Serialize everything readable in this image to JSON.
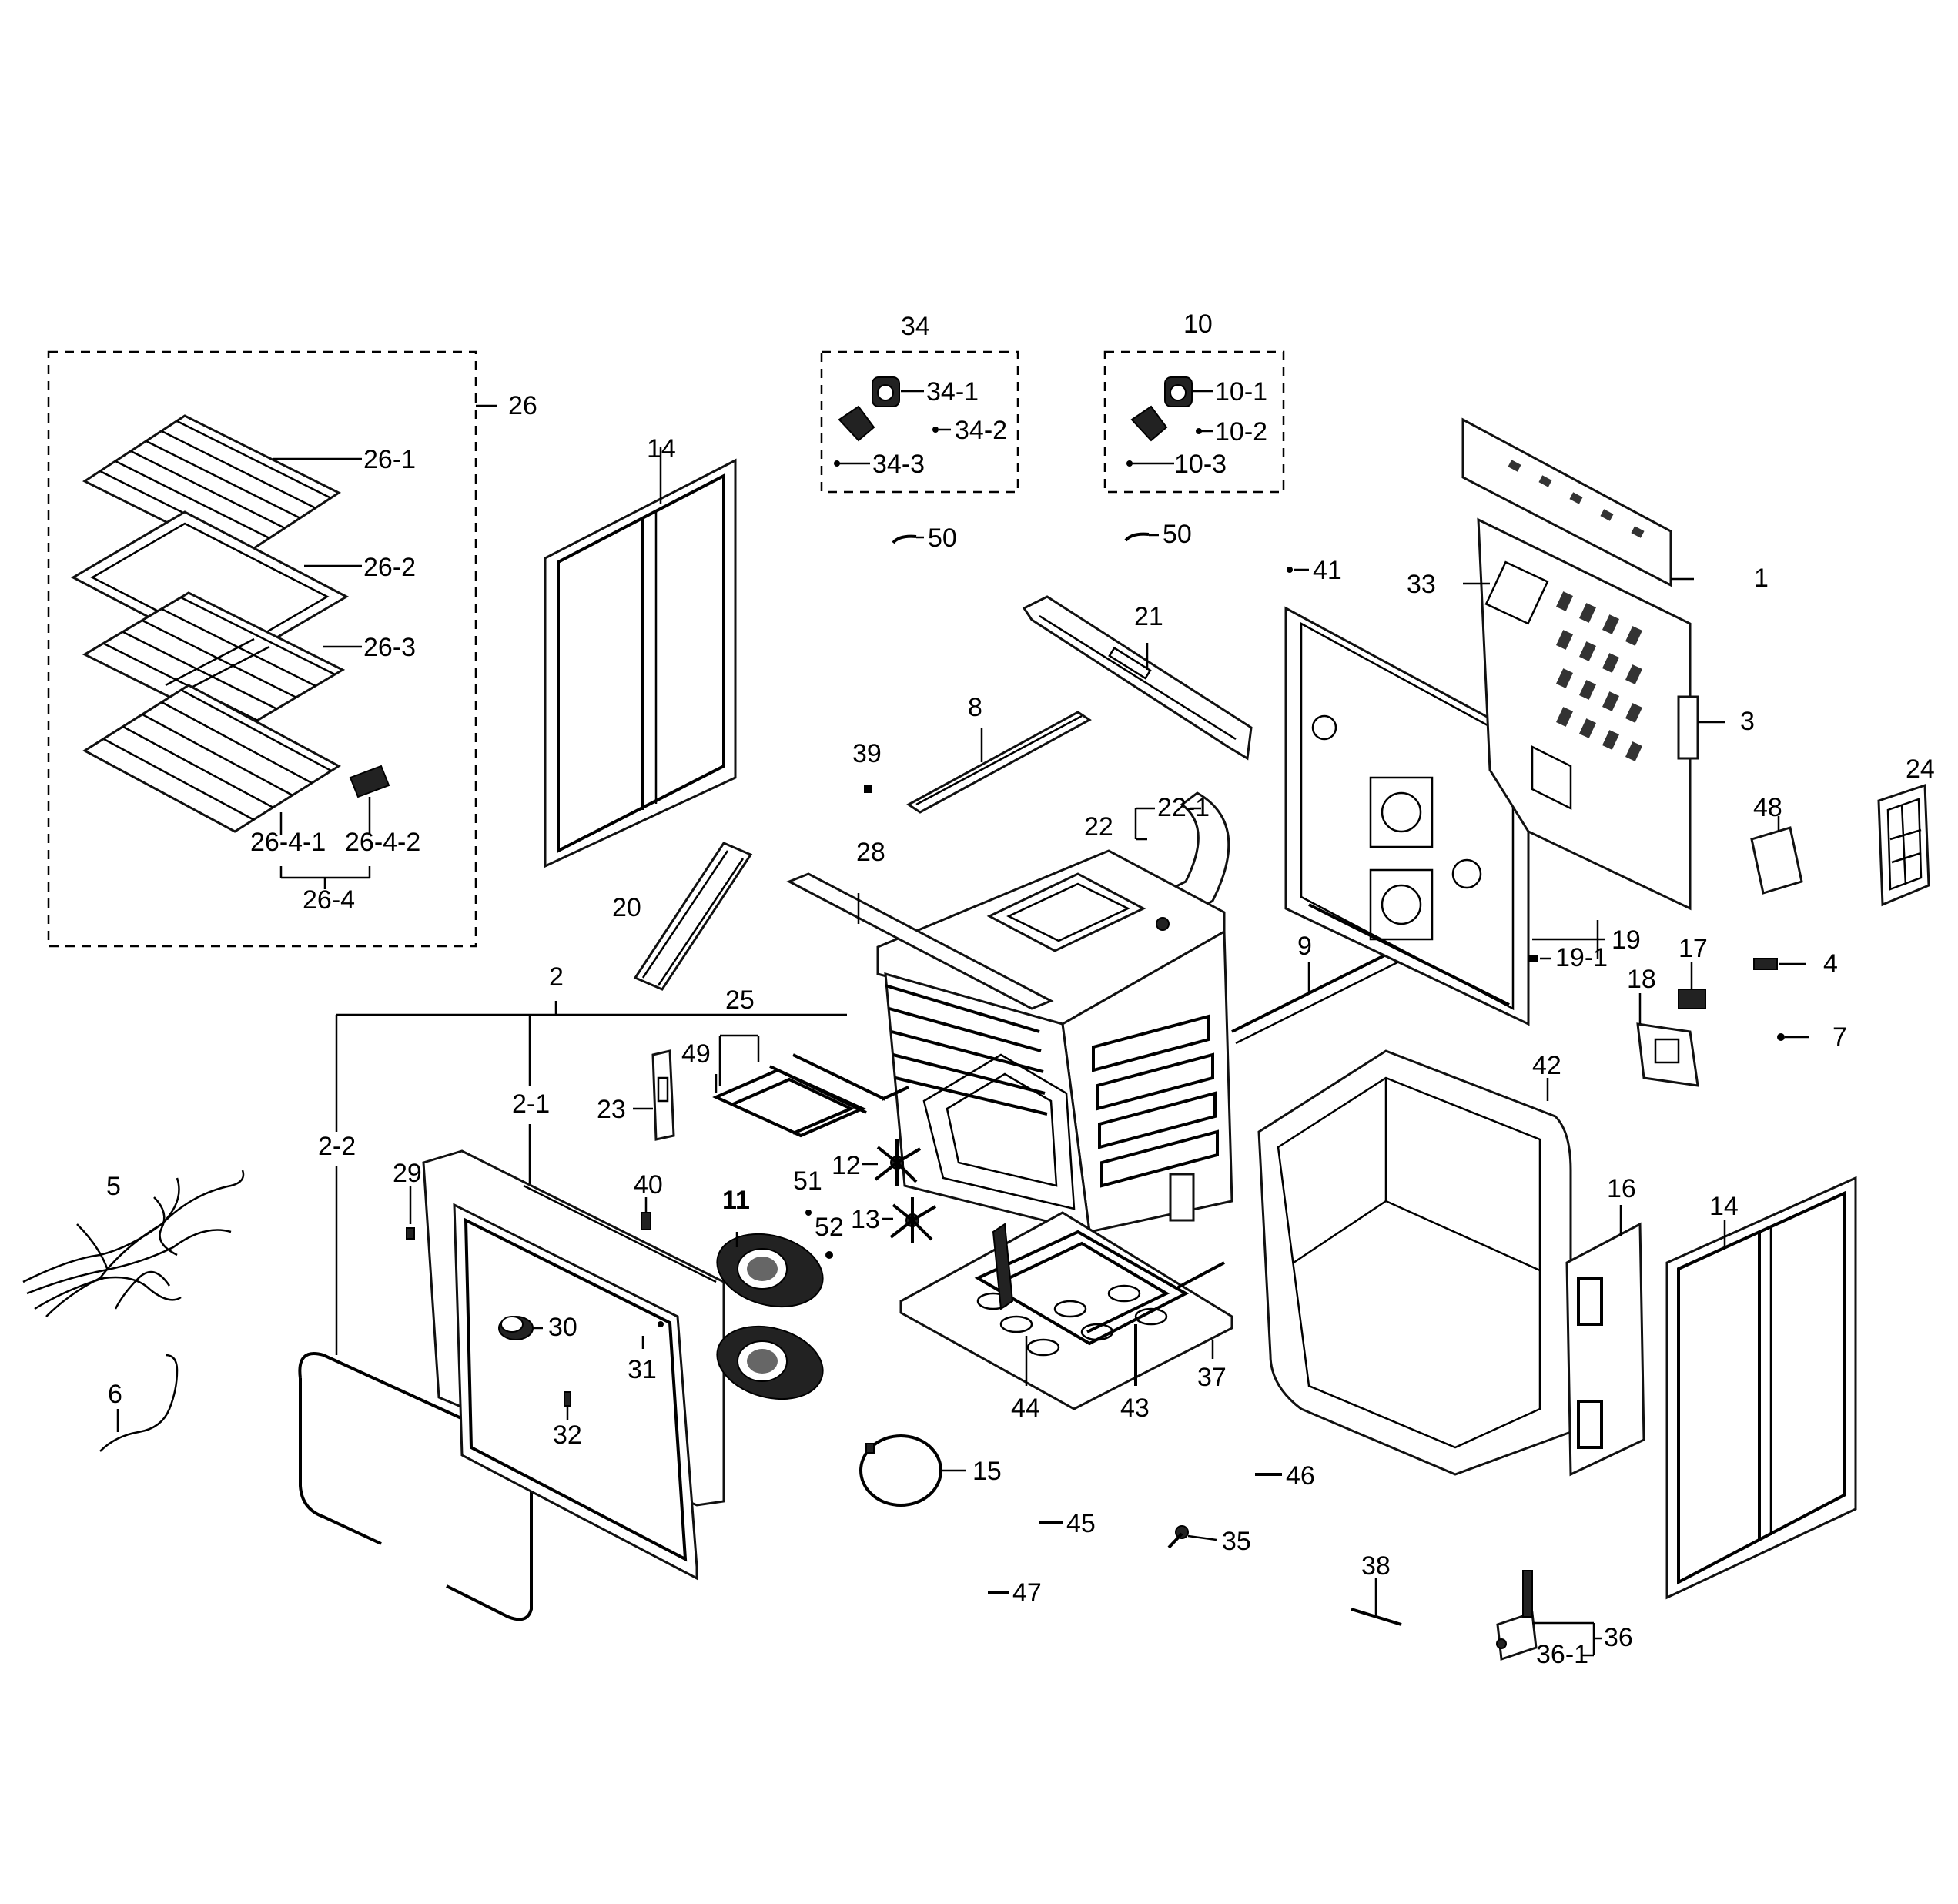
{
  "diagram": {
    "callouts": {
      "c1": "1",
      "c2": "2",
      "c2_1": "2-1",
      "c2_2": "2-2",
      "c3": "3",
      "c4": "4",
      "c5": "5",
      "c6": "6",
      "c7": "7",
      "c8": "8",
      "c9": "9",
      "c10": "10",
      "c10_1": "10-1",
      "c10_2": "10-2",
      "c10_3": "10-3",
      "c11": "11",
      "c12": "12",
      "c13": "13",
      "c14a": "14",
      "c14b": "14",
      "c15": "15",
      "c16": "16",
      "c17": "17",
      "c18": "18",
      "c19": "19",
      "c19_1": "19-1",
      "c20": "20",
      "c21": "21",
      "c22": "22",
      "c22_1": "22-1",
      "c23": "23",
      "c24": "24",
      "c25": "25",
      "c26": "26",
      "c26_1": "26-1",
      "c26_2": "26-2",
      "c26_3": "26-3",
      "c26_4": "26-4",
      "c26_4_1": "26-4-1",
      "c26_4_2": "26-4-2",
      "c28": "28",
      "c29": "29",
      "c30": "30",
      "c31": "31",
      "c32": "32",
      "c33": "33",
      "c34": "34",
      "c34_1": "34-1",
      "c34_2": "34-2",
      "c34_3": "34-3",
      "c35": "35",
      "c36": "36",
      "c36_1": "36-1",
      "c37": "37",
      "c38": "38",
      "c39": "39",
      "c40": "40",
      "c41": "41",
      "c42": "42",
      "c43": "43",
      "c44": "44",
      "c45": "45",
      "c46": "46",
      "c47": "47",
      "c48": "48",
      "c49": "49",
      "c50a": "50",
      "c50b": "50",
      "c51": "51",
      "c52": "52"
    }
  }
}
